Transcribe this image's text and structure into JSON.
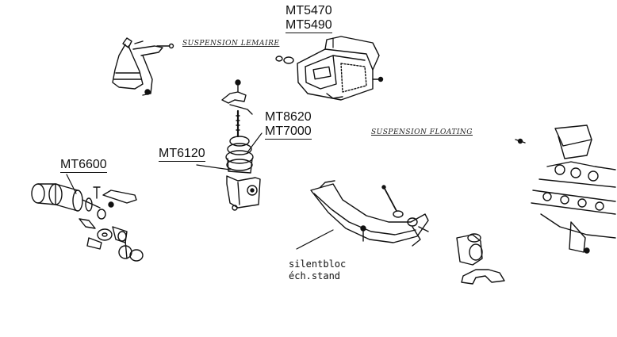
{
  "labels": {
    "lemaire": "SUSPENSION LEMAIRE",
    "floating": "SUSPENSION FLOATING",
    "mt5470": "MT5470",
    "mt5490": "MT5490",
    "mt8620": "MT8620",
    "mt7000": "MT7000",
    "mt6120": "MT6120",
    "mt6600": "MT6600",
    "silentbloc_line1": "silentbloc",
    "silentbloc_line2": "éch.stand"
  },
  "colors": {
    "ink": "#111111",
    "paper": "#ffffff"
  }
}
